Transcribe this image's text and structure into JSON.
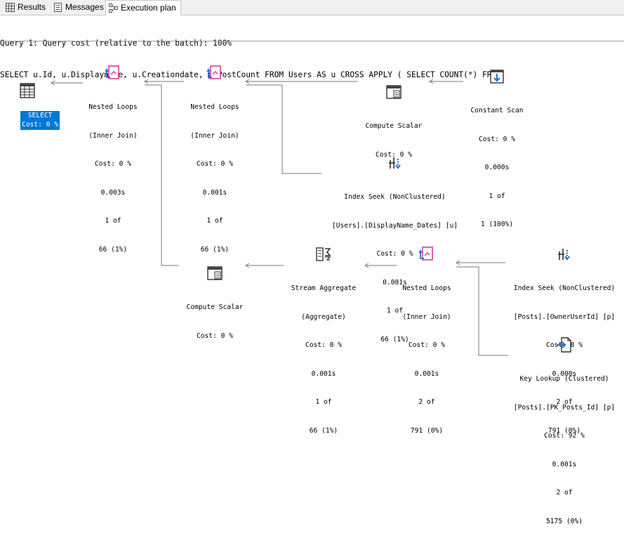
{
  "tabs": [
    {
      "label": "Results",
      "icon": "grid-icon"
    },
    {
      "label": "Messages",
      "icon": "messages-icon"
    },
    {
      "label": "Execution plan",
      "icon": "plan-icon"
    }
  ],
  "header": {
    "line1": "Query 1: Query cost (relative to the batch): 100%",
    "line2": "SELECT u.Id, u.Displayname, u.Creationdate, p.PostCount FROM Users AS u CROSS APPLY ( SELECT COUNT(*) FROM"
  },
  "nodes": {
    "select": {
      "l1": "SELECT",
      "l2": "Cost: 0 %"
    },
    "nl1": {
      "l1": "Nested Loops",
      "l2": "(Inner Join)",
      "l3": "Cost: 0 %",
      "l4": "0.003s",
      "l5": "1 of",
      "l6": "66 (1%)"
    },
    "nl2": {
      "l1": "Nested Loops",
      "l2": "(Inner Join)",
      "l3": "Cost: 0 %",
      "l4": "0.001s",
      "l5": "1 of",
      "l6": "66 (1%)"
    },
    "cs1": {
      "l1": "Compute Scalar",
      "l2": "Cost: 0 %"
    },
    "const": {
      "l1": "Constant Scan",
      "l2": "Cost: 0 %",
      "l3": "0.000s",
      "l4": "1 of",
      "l5": "1 (100%)"
    },
    "is1": {
      "l1": "Index Seek (NonClustered)",
      "l2": "[Users].[DisplayName_Dates] [u]",
      "l3": "Cost: 0 %",
      "l4": "0.001s",
      "l5": "1 of",
      "l6": "66 (1%)"
    },
    "cs2": {
      "l1": "Compute Scalar",
      "l2": "Cost: 0 %"
    },
    "sa": {
      "l1": "Stream Aggregate",
      "l2": "(Aggregate)",
      "l3": "Cost: 0 %",
      "l4": "0.001s",
      "l5": "1 of",
      "l6": "66 (1%)"
    },
    "nl3": {
      "l1": "Nested Loops",
      "l2": "(Inner Join)",
      "l3": "Cost: 0 %",
      "l4": "0.001s",
      "l5": "2 of",
      "l6": "791 (0%)"
    },
    "is2": {
      "l1": "Index Seek (NonClustered)",
      "l2": "[Posts].[OwnerUserId] [p]",
      "l3": "Cost: 8 %",
      "l4": "0.000s",
      "l5": "2 of",
      "l6": "791 (0%)"
    },
    "kl": {
      "l1": "Key Lookup (Clustered)",
      "l2": "[Posts].[PK_Posts_Id] [p]",
      "l3": "Cost: 92 %",
      "l4": "0.001s",
      "l5": "2 of",
      "l6": "5175 (0%)"
    }
  },
  "colors": {
    "accent": "#0078d7",
    "icon_blue": "#1e6fc9",
    "icon_pink": "#d63ea0"
  }
}
